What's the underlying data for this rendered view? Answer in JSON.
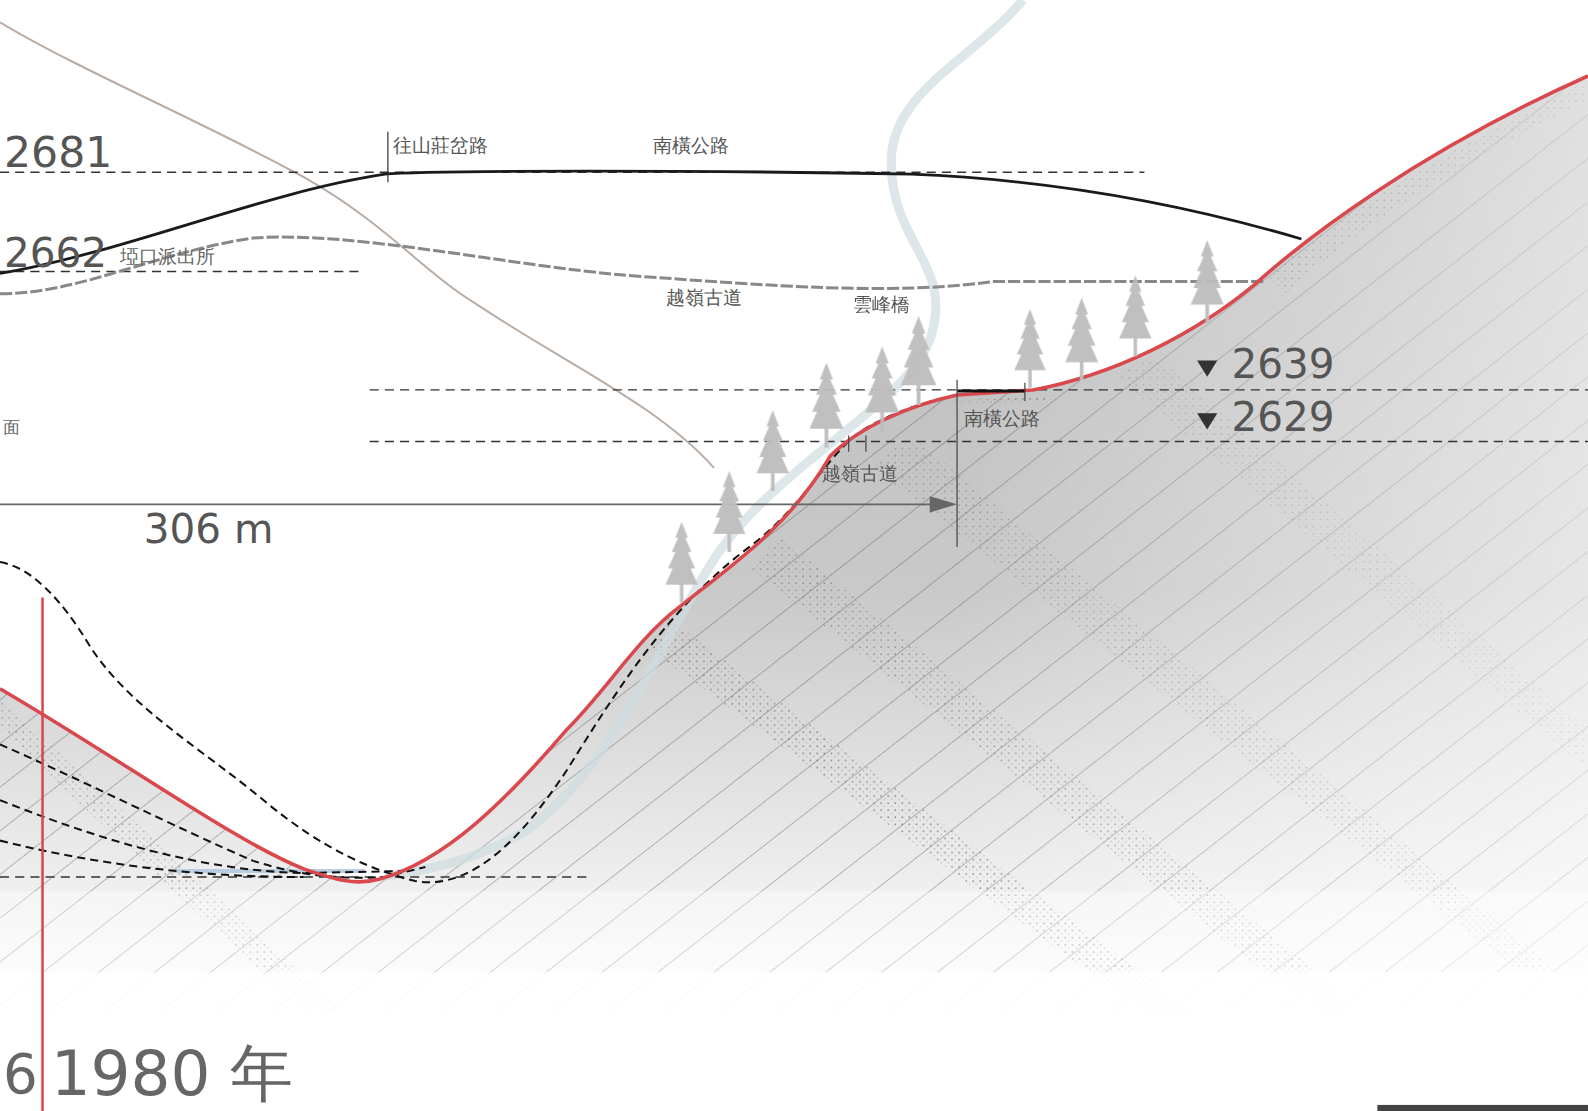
{
  "diagram": {
    "labels": [
      "2681",
      "2662",
      "往山莊岔路",
      "南橫公路",
      "埡口派出所",
      "越嶺古道",
      "雲峰橋",
      "2639",
      "2629",
      "南橫公路",
      "越嶺古道",
      "306 m",
      "面",
      "6",
      "1980 年"
    ]
  }
}
